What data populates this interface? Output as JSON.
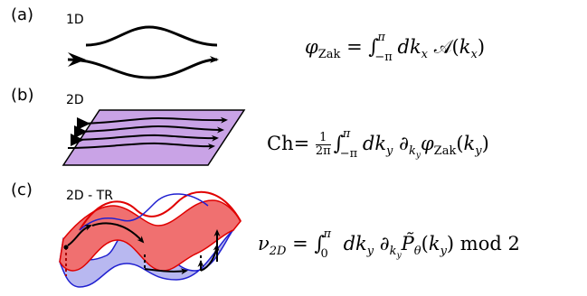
{
  "panels": [
    {
      "letter": "(a)",
      "label": "1D"
    },
    {
      "letter": "(b)",
      "label": "2D"
    },
    {
      "letter": "(c)",
      "label": "2D - TR"
    }
  ],
  "formulas": {
    "a": {
      "lhs": "φ",
      "lhs_sub": "Zak",
      "rhs": "= ∫ dk_x 𝒜(k_x)",
      "lower": "−π",
      "upper": "π"
    },
    "b": {
      "lhs": "Ch=",
      "frac_num": "1",
      "frac_den": "2π",
      "lower": "−π",
      "upper": "π"
    },
    "c": {
      "lhs": "ν",
      "lhs_sub": "2D",
      "lower": "0",
      "upper": "π",
      "mod": "mod 2"
    }
  },
  "colors": {
    "plane_fill": "#c9a3e6",
    "red_surface": "#f07070",
    "blue_surface": "#b8b8f0",
    "red_edge": "#e00000",
    "blue_edge": "#2020d0"
  }
}
